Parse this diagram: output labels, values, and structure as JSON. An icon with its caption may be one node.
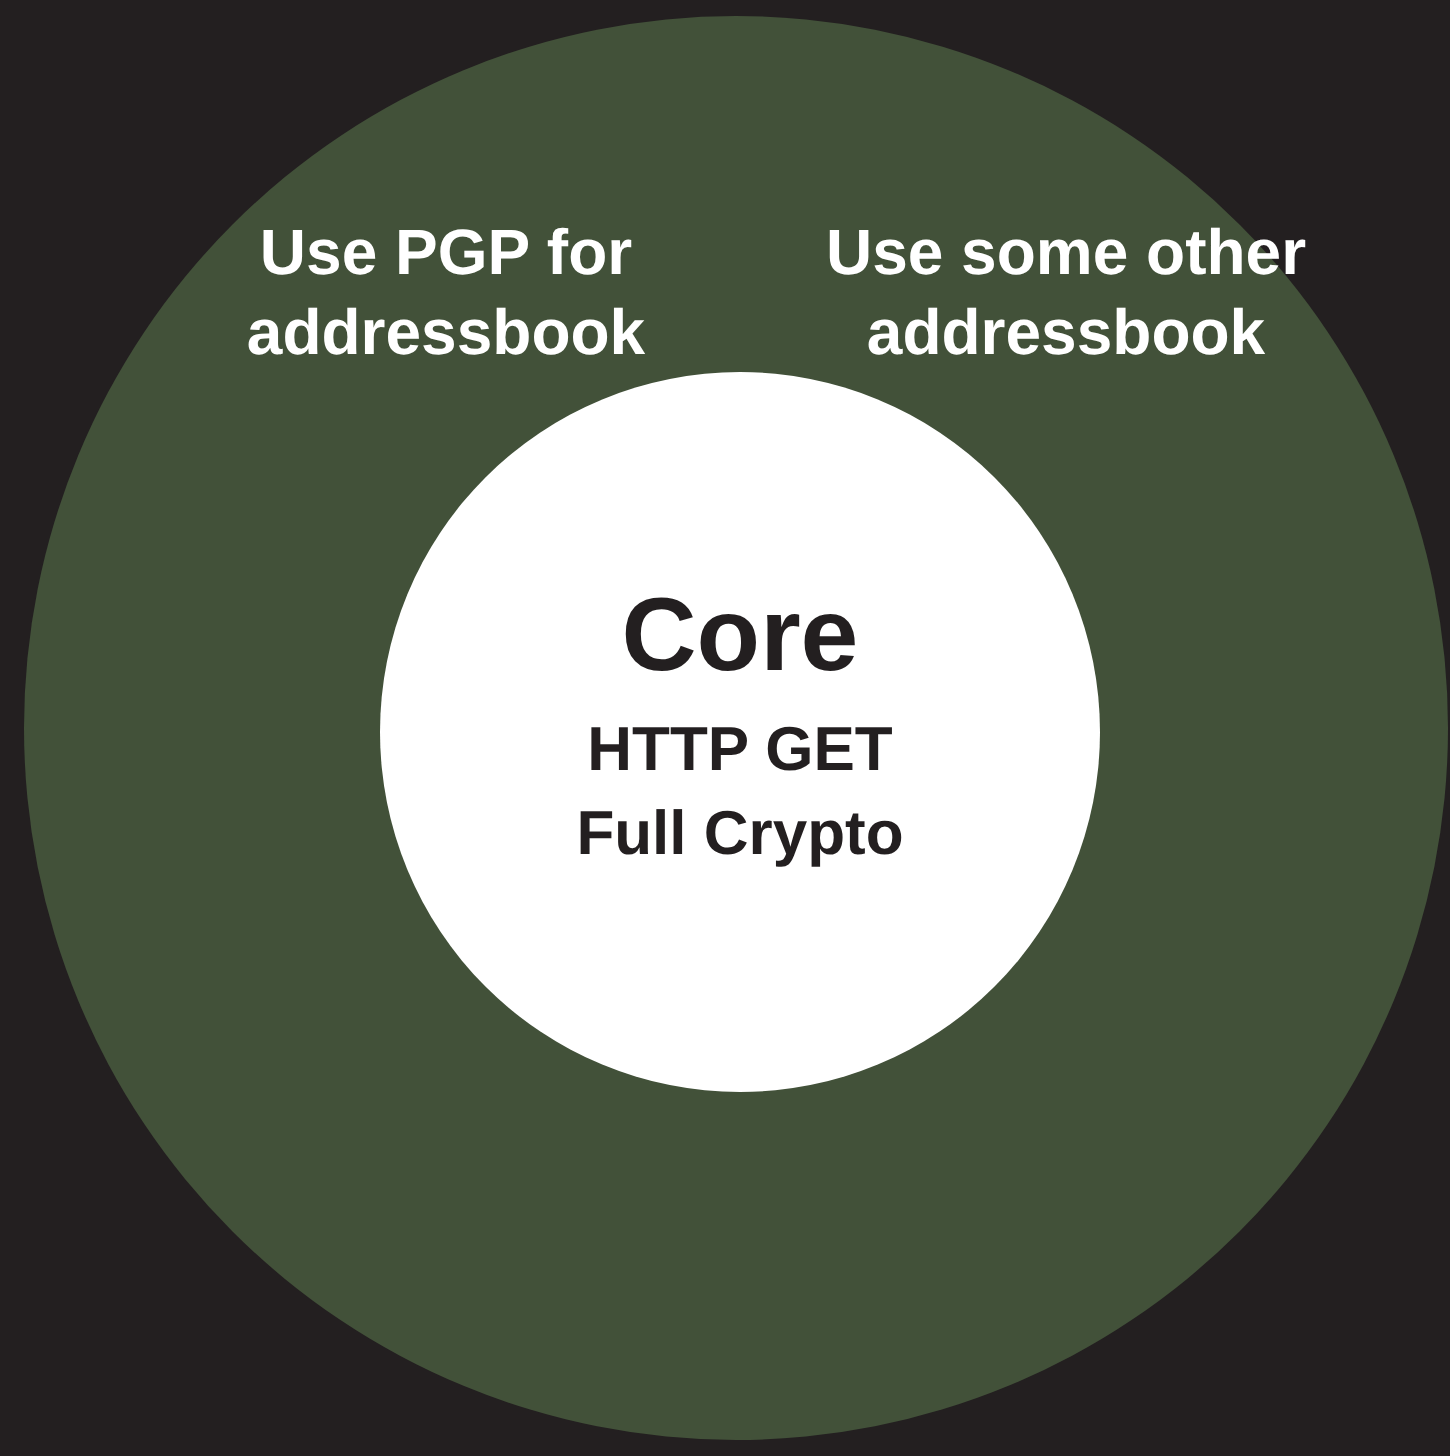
{
  "diagram": {
    "nodes": [
      {
        "text": [
          "Use PGP for addressbook",
          "Use some other addressbook"
        ]
      },
      {
        "text": [
          "Core",
          "HTTP GET",
          "Full Crypto"
        ],
        "in": 0
      }
    ]
  }
}
